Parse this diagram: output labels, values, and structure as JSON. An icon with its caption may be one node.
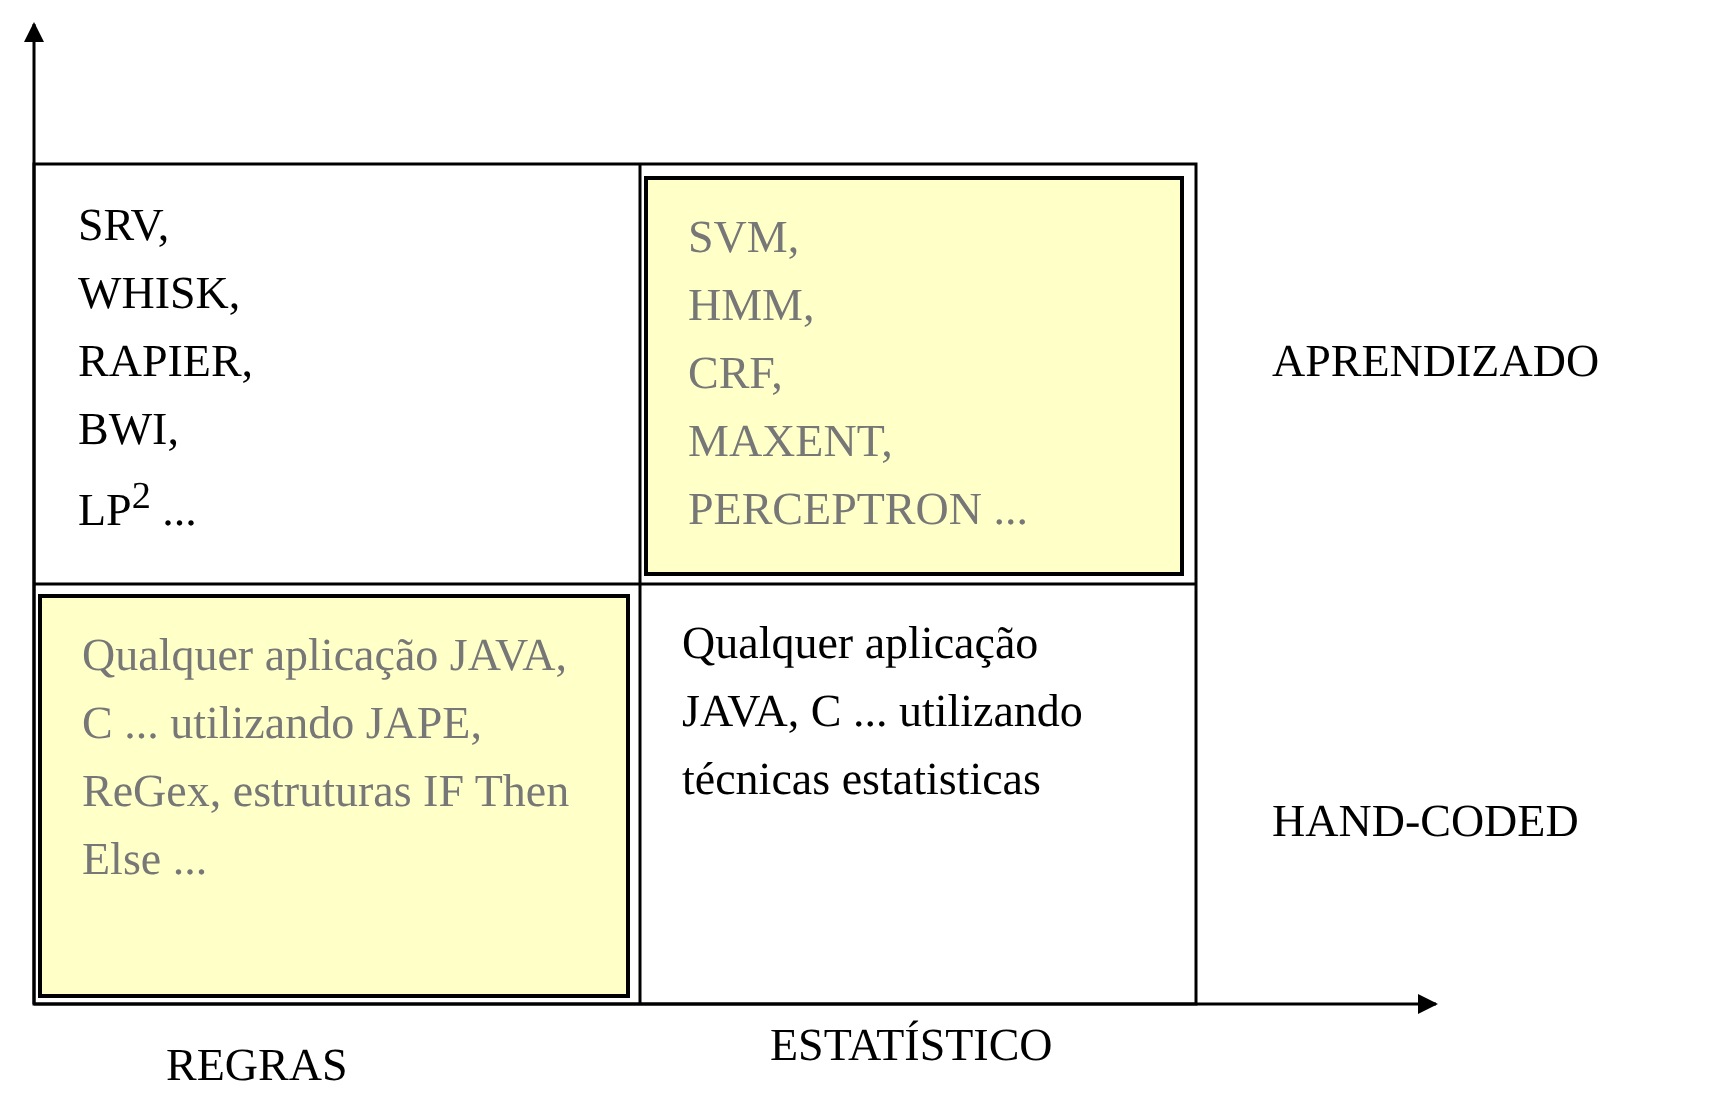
{
  "diagram": {
    "nodes": [
      {
        "text": [
          "SRV,",
          "WHISK,",
          "RAPIER,",
          "BWI,",
          "LP$^{2}$ ..."
        ]
      },
      {
        "text": [
          "SVM,",
          "HMM,",
          "CRF,",
          "MAXENT,",
          "PERCEPTRON ..."
        ]
      },
      {
        "text": [
          "Qualquer aplicação JAVA, C ... utilizando JAPE, ReGex, estruturas IF Then Else ..."
        ]
      },
      {
        "text": [
          "Qualquer aplicação JAVA, C ... utilizando técnicas estatisticas"
        ]
      }
    ],
    "edges": [],
    "labels": [
      "APRENDIZADO",
      "HAND-CODED",
      "REGRAS",
      "ESTATÍSTICO"
    ]
  }
}
